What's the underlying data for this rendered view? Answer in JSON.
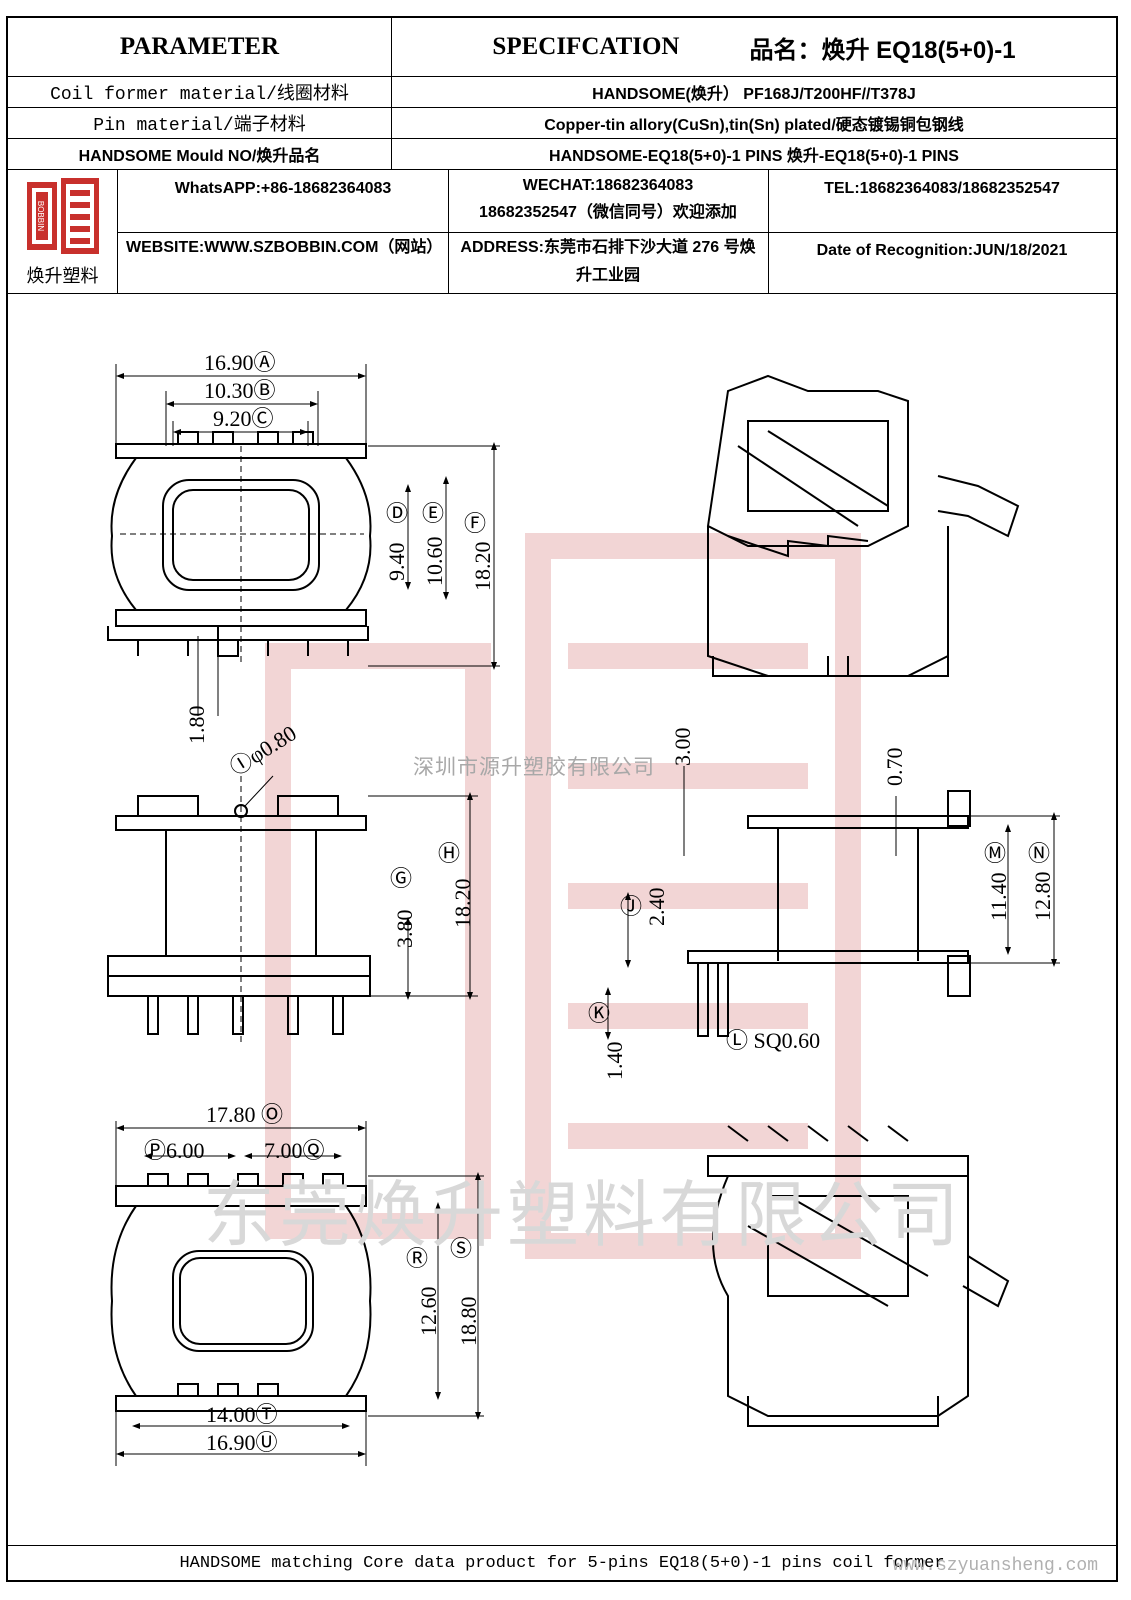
{
  "header": {
    "parameter": "PARAMETER",
    "specification": "SPECIFCATION",
    "product_name_label": "品名：焕升 EQ18(5+0)-1"
  },
  "rows": [
    {
      "label": "Coil former material/线圈材料",
      "value": "HANDSOME(焕升）  PF168J/T200HF//T378J"
    },
    {
      "label": "Pin material/端子材料",
      "value": "Copper-tin allory(CuSn),tin(Sn) plated/硬态镀锡铜包钢线"
    },
    {
      "label": "HANDSOME Mould NO/焕升品名",
      "value": "HANDSOME-EQ18(5+0)-1 PINS    焕升-EQ18(5+0)-1 PINS"
    }
  ],
  "contact": {
    "logo_text": "焕升塑料",
    "logo_mark": "BOBBIN",
    "whatsapp": "WhatsAPP:+86-18682364083",
    "wechat_line1": "WECHAT:18682364083",
    "wechat_line2": "18682352547（微信同号）欢迎添加",
    "tel": "TEL:18682364083/18682352547",
    "website": "WEBSITE:WWW.SZBOBBIN.COM（网站）",
    "address": "ADDRESS:东莞市石排下沙大道 276 号焕升工业园",
    "date": "Date of Recognition:JUN/18/2021"
  },
  "dimensions": {
    "A": "16.90Ⓐ",
    "B": "10.30Ⓑ",
    "C": "9.20Ⓒ",
    "D": "9.40",
    "D_tag": "Ⓓ",
    "E": "10.60",
    "E_tag": "Ⓔ",
    "F": "18.20",
    "F_tag": "Ⓕ",
    "pin_w": "1.80",
    "I": "Ⓘφ0.80",
    "G": "3.80",
    "G_tag": "Ⓖ",
    "H": "18.20",
    "H_tag": "Ⓗ",
    "top_3": "3.00",
    "top_07": "0.70",
    "J": "2.40",
    "J_tag": "Ⓙ",
    "K": "1.40",
    "K_tag": "Ⓚ",
    "L": "Ⓛ SQ0.60",
    "M": "11.40",
    "M_tag": "Ⓜ",
    "N": "12.80",
    "N_tag": "Ⓝ",
    "O": "17.80 Ⓞ",
    "P": "Ⓟ6.00",
    "Q": "7.00Ⓠ",
    "R": "12.60",
    "R_tag": "Ⓡ",
    "S": "18.80",
    "S_tag": "Ⓢ",
    "T": "14.00Ⓣ",
    "U": "16.90Ⓤ"
  },
  "watermarks": {
    "company_small": "深圳市源升塑胶有限公司",
    "company_big": "东莞焕升塑料有限公司"
  },
  "footer": {
    "text": "HANDSOME matching Core data  product for 5-pins EQ18(5+0)-1 pins coil former",
    "url": "www.szyuansheng.com"
  }
}
